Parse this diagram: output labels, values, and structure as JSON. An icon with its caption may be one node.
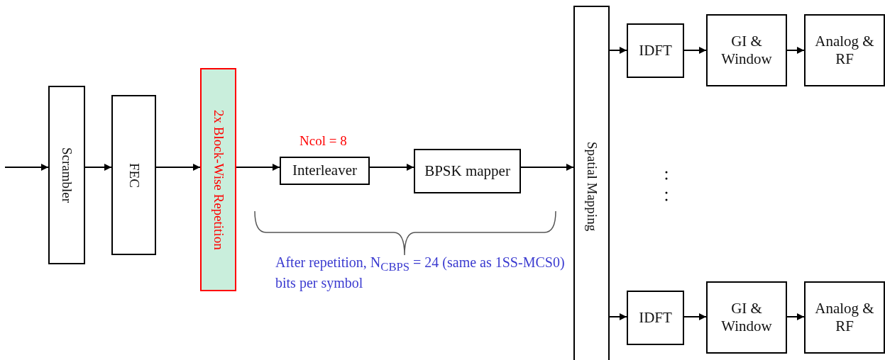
{
  "diagram": {
    "nodes": [
      {
        "text": [
          "Scrambler"
        ]
      },
      {
        "text": [
          "FEC"
        ]
      },
      {
        "text": [
          "2x Block-Wise Repetition"
        ]
      },
      {
        "text": [
          "Interleaver"
        ],
        "beside": [
          "Ncol = 8"
        ]
      },
      {
        "text": [
          "BPSK mapper"
        ]
      },
      {
        "text": [
          "Spatial Mapping"
        ]
      },
      {
        "text": [
          "IDFT"
        ]
      },
      {
        "text": [
          "GI & Window"
        ]
      },
      {
        "text": [
          "Analog & RF"
        ]
      },
      {
        "text": [
          "IDFT"
        ]
      },
      {
        "text": [
          "GI & Window"
        ]
      },
      {
        "text": [
          "Analog & RF"
        ]
      }
    ],
    "edges": [
      {
        "from": null,
        "to": 0,
        "arrow": "to"
      },
      {
        "from": 0,
        "to": 1,
        "arrow": "to"
      },
      {
        "from": 1,
        "to": 2,
        "arrow": "to"
      },
      {
        "from": 2,
        "to": 3,
        "arrow": "to"
      },
      {
        "from": 3,
        "to": 4,
        "arrow": "to"
      },
      {
        "from": 4,
        "to": 5,
        "arrow": "to"
      },
      {
        "from": 5,
        "to": 6,
        "arrow": "to"
      },
      {
        "from": 6,
        "to": 7,
        "arrow": "to"
      },
      {
        "from": 7,
        "to": 8,
        "arrow": "to"
      },
      {
        "from": 5,
        "to": 9,
        "arrow": "to"
      },
      {
        "from": 9,
        "to": 10,
        "arrow": "to"
      },
      {
        "from": 10,
        "to": 11,
        "arrow": "to"
      }
    ],
    "labels": [
      "After repetition, N$_{CBPS}$ = 24 (same as 1SS-MCS0) bits per symbol"
    ]
  }
}
